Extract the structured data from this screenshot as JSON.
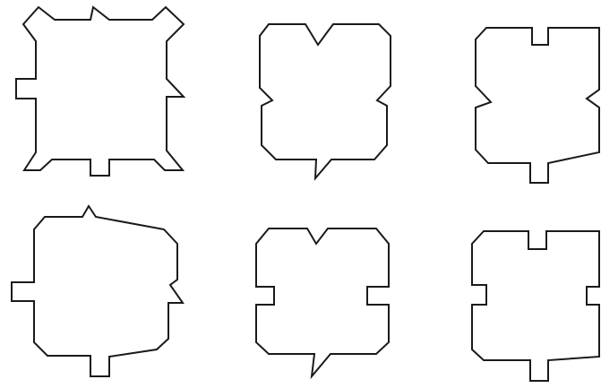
{
  "figure": {
    "rows": 2,
    "columns": 3,
    "stroke_color": "#1a1a1a",
    "background_color": "#ffffff",
    "shapes": [
      {
        "name": "shape-row1-col1",
        "icon": "notched-octagon-outline"
      },
      {
        "name": "shape-row1-col2",
        "icon": "notched-octagon-outline"
      },
      {
        "name": "shape-row1-col3",
        "icon": "notched-octagon-outline"
      },
      {
        "name": "shape-row2-col1",
        "icon": "notched-octagon-outline"
      },
      {
        "name": "shape-row2-col2",
        "icon": "notched-octagon-outline"
      },
      {
        "name": "shape-row2-col3",
        "icon": "notched-octagon-outline"
      }
    ]
  }
}
